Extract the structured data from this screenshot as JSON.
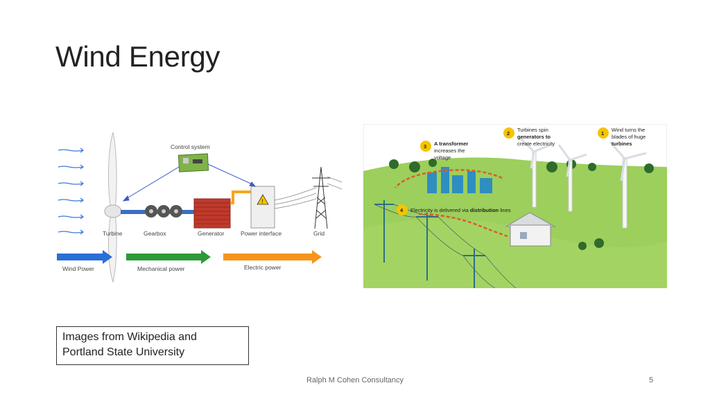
{
  "slide": {
    "title": "Wind Energy",
    "credit_line1": "Images from Wikipedia and",
    "credit_line2": "Portland State University",
    "footer": "Ralph M Cohen Consultancy",
    "page_number": "5"
  },
  "left_diagram": {
    "control_system": "Control system",
    "turbine": "Turbine",
    "gearbox": "Gearbox",
    "generator": "Generator",
    "power_interface": "Power interface",
    "grid": "Grid",
    "wind_power": "Wind Power",
    "mechanical_power": "Mechanical power",
    "electric_power": "Electric power",
    "colors": {
      "wind": "#2a6ed8",
      "mechanical": "#2f9a3a",
      "electric": "#f7941d"
    }
  },
  "right_diagram": {
    "step1_num": "1",
    "step1_l1": "Wind turns the",
    "step1_l2": "blades of huge",
    "step1_l3": "turbines",
    "step2_num": "2",
    "step2_l1": "Turbines spin",
    "step2_l2": "generators to",
    "step2_l3": "create electricity",
    "step3_num": "3",
    "step3_l1": "A transformer",
    "step3_l2": "increases the",
    "step3_l3": "voltage",
    "step4_num": "4",
    "step4_text": "Electricity is delivered via",
    "step4_bold": "distribution",
    "step4_end": "lines",
    "colors": {
      "badge": "#f5c400",
      "grass": "#9ccf5c",
      "sky": "#ffffff"
    }
  }
}
